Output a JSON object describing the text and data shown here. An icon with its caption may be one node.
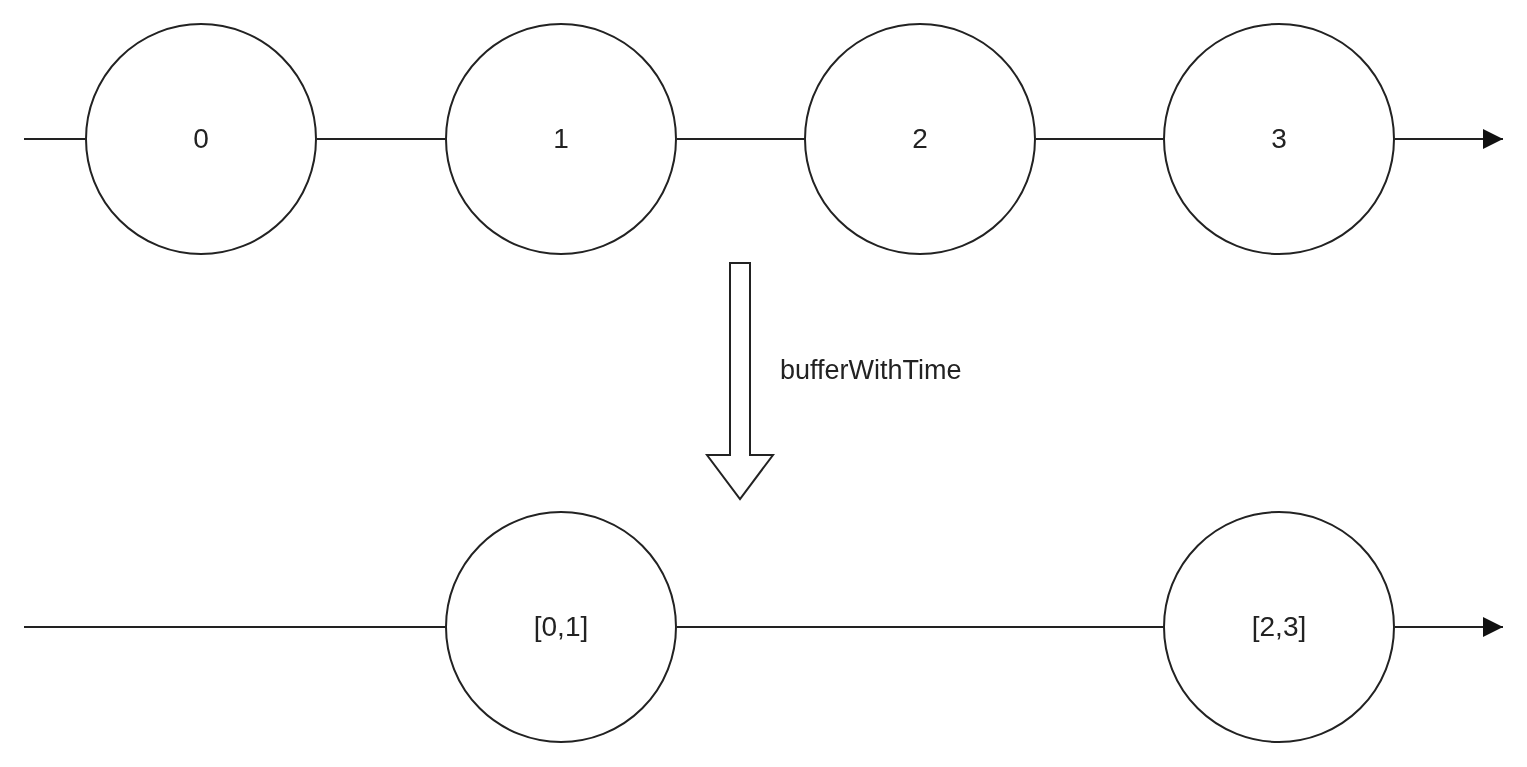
{
  "diagram": {
    "nodes": [
      {
        "text": [
          "0"
        ]
      },
      {
        "text": [
          "1"
        ]
      },
      {
        "text": [
          "2"
        ]
      },
      {
        "text": [
          "3"
        ]
      },
      {
        "text": [
          "[0,1]"
        ]
      },
      {
        "text": [
          "[2,3]"
        ]
      }
    ],
    "edges": [
      {
        "from": null,
        "to": 0,
        "arrow": "none"
      },
      {
        "from": 0,
        "to": 1,
        "arrow": "none"
      },
      {
        "from": 1,
        "to": 2,
        "arrow": "none"
      },
      {
        "from": 2,
        "to": 3,
        "arrow": "none"
      },
      {
        "from": 3,
        "to": null,
        "arrow": "to"
      },
      {
        "from": null,
        "to": 4,
        "arrow": "none"
      },
      {
        "from": 4,
        "to": 5,
        "arrow": "none"
      },
      {
        "from": 5,
        "to": null,
        "arrow": "to"
      }
    ],
    "labels": [
      "bufferWithTime"
    ]
  }
}
